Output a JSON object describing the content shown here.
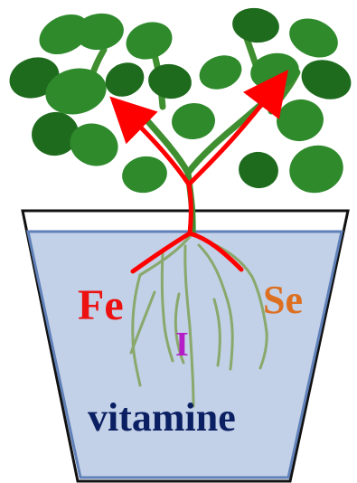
{
  "labels": {
    "iron": "Fe",
    "selenium": "Se",
    "iodine": "I",
    "vitamin": "vitamine"
  },
  "colors": {
    "iron": "#ee1111",
    "selenium": "#dd6f21",
    "iodine": "#b51ec6",
    "vitamin": "#0b1f63",
    "arrow": "#ff0000",
    "water": "#c2d1e7",
    "water_line": "#5f80b8",
    "pot_outline": "#111111",
    "leaf": "#2f8a2c",
    "leaf_dark": "#1f6b1e",
    "stem": "#3f8f31",
    "root": "#89a86c"
  },
  "icons": {
    "plant": "plant-icon",
    "pot": "pot-icon",
    "arrow": "uptake-arrow-icon"
  }
}
